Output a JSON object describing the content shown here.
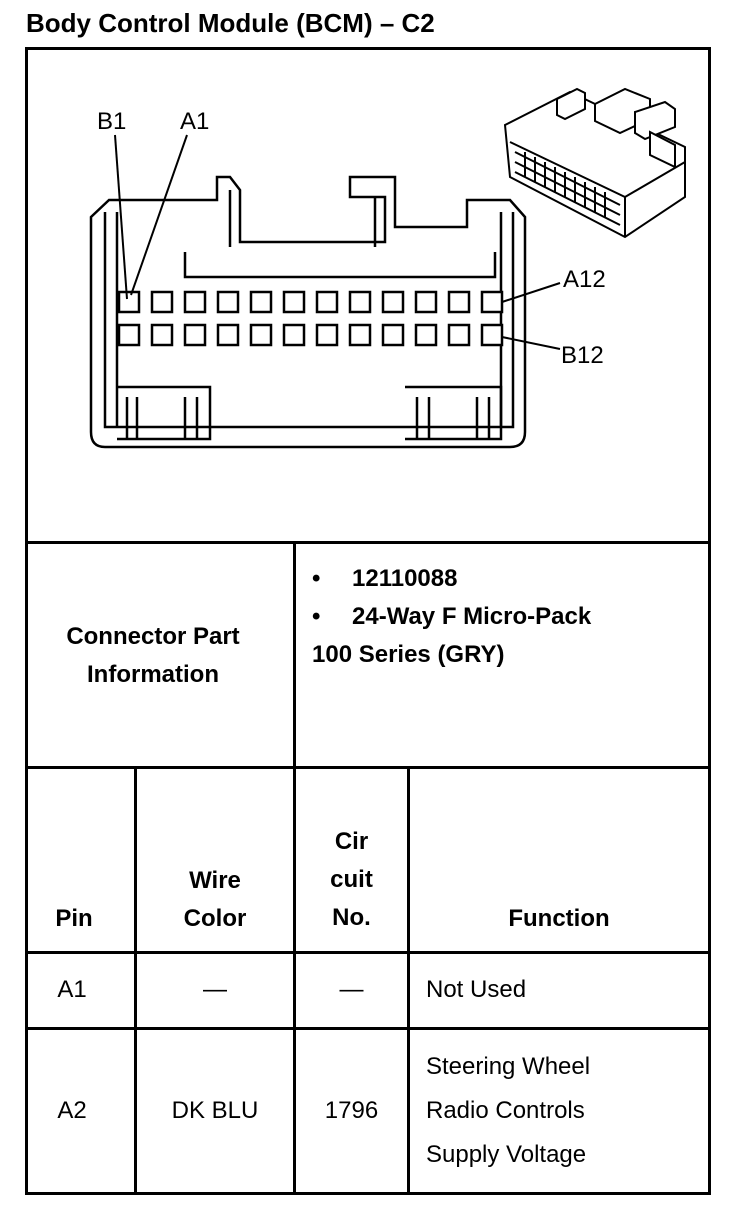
{
  "title": "Body Control Module (BCM) – C2",
  "diagram": {
    "labels": {
      "b1": "B1",
      "a1": "A1",
      "a12": "A12",
      "b12": "B12"
    }
  },
  "connector_info": {
    "label_line1": "Connector Part",
    "label_line2": "Information",
    "bullet": "•",
    "part_number": "12110088",
    "description": "24-Way F Micro-Pack",
    "series": "100 Series (GRY)"
  },
  "table": {
    "headers": {
      "pin": "Pin",
      "wire_line1": "Wire",
      "wire_line2": "Color",
      "circuit_line1": "Cir",
      "circuit_line2": "cuit",
      "circuit_line3": "No.",
      "function": "Function"
    },
    "rows": [
      {
        "pin": "A1",
        "wire_color": "—",
        "circuit": "—",
        "function_lines": [
          "Not Used"
        ]
      },
      {
        "pin": "A2",
        "wire_color": "DK BLU",
        "circuit": "1796",
        "function_lines": [
          "Steering Wheel",
          "Radio Controls",
          "Supply Voltage"
        ]
      }
    ]
  }
}
